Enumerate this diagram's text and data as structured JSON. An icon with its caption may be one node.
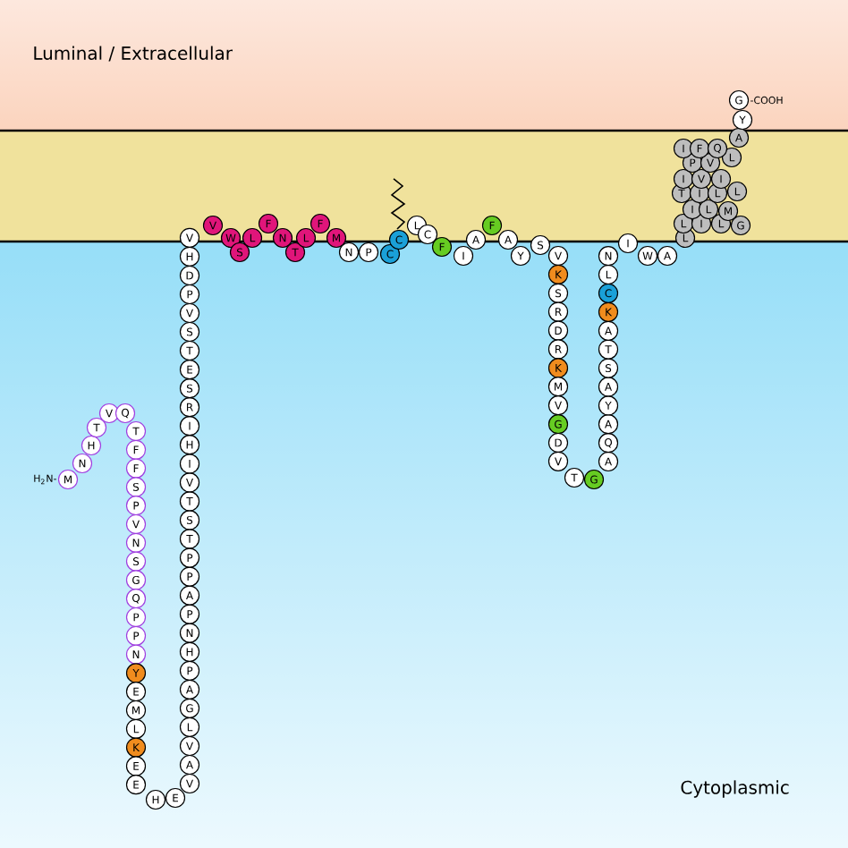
{
  "diagram": {
    "nodes": [
      {
        "text": [
          "M"
        ],
        "beside": [
          "H$_{2}$N-"
        ]
      },
      {
        "text": [
          "N"
        ]
      },
      {
        "text": [
          "H"
        ]
      },
      {
        "text": [
          "T"
        ]
      },
      {
        "text": [
          "V"
        ]
      },
      {
        "text": [
          "Q"
        ]
      },
      {
        "text": [
          "T"
        ]
      },
      {
        "text": [
          "F"
        ]
      },
      {
        "text": [
          "F"
        ]
      },
      {
        "text": [
          "S"
        ]
      },
      {
        "text": [
          "P"
        ]
      },
      {
        "text": [
          "V"
        ]
      },
      {
        "text": [
          "N"
        ]
      },
      {
        "text": [
          "S"
        ]
      },
      {
        "text": [
          "G"
        ]
      },
      {
        "text": [
          "Q"
        ]
      },
      {
        "text": [
          "P"
        ]
      },
      {
        "text": [
          "P"
        ]
      },
      {
        "text": [
          "N"
        ]
      },
      {
        "text": [
          "Y"
        ]
      },
      {
        "text": [
          "E"
        ]
      },
      {
        "text": [
          "M"
        ]
      },
      {
        "text": [
          "L"
        ]
      },
      {
        "text": [
          "K"
        ]
      },
      {
        "text": [
          "E"
        ]
      },
      {
        "text": [
          "E"
        ]
      },
      {
        "text": [
          "H"
        ]
      },
      {
        "text": [
          "E"
        ]
      },
      {
        "text": [
          "V"
        ]
      },
      {
        "text": [
          "A"
        ]
      },
      {
        "text": [
          "V"
        ]
      },
      {
        "text": [
          "L"
        ]
      },
      {
        "text": [
          "G"
        ]
      },
      {
        "text": [
          "A"
        ]
      },
      {
        "text": [
          "P"
        ]
      },
      {
        "text": [
          "H"
        ]
      },
      {
        "text": [
          "N"
        ]
      },
      {
        "text": [
          "P"
        ]
      },
      {
        "text": [
          "A"
        ]
      },
      {
        "text": [
          "P"
        ]
      },
      {
        "text": [
          "P"
        ]
      },
      {
        "text": [
          "T"
        ]
      },
      {
        "text": [
          "S"
        ]
      },
      {
        "text": [
          "T"
        ]
      },
      {
        "text": [
          "V"
        ]
      },
      {
        "text": [
          "I"
        ]
      },
      {
        "text": [
          "H"
        ]
      },
      {
        "text": [
          "I"
        ]
      },
      {
        "text": [
          "R"
        ]
      },
      {
        "text": [
          "S"
        ]
      },
      {
        "text": [
          "E"
        ]
      },
      {
        "text": [
          "T"
        ]
      },
      {
        "text": [
          "S"
        ]
      },
      {
        "text": [
          "V"
        ]
      },
      {
        "text": [
          "P"
        ]
      },
      {
        "text": [
          "D"
        ]
      },
      {
        "text": [
          "H"
        ]
      },
      {
        "text": [
          "V"
        ]
      },
      {
        "text": [
          "V"
        ]
      },
      {
        "text": [
          "W"
        ]
      },
      {
        "text": [
          "S"
        ]
      },
      {
        "text": [
          "L"
        ]
      },
      {
        "text": [
          "F"
        ]
      },
      {
        "text": [
          "N"
        ]
      },
      {
        "text": [
          "T"
        ]
      },
      {
        "text": [
          "L"
        ]
      },
      {
        "text": [
          "F"
        ]
      },
      {
        "text": [
          "M"
        ]
      },
      {
        "text": [
          "N"
        ]
      },
      {
        "text": [
          "P"
        ]
      },
      {
        "text": [
          "C"
        ]
      },
      {
        "text": [
          "C"
        ]
      },
      {
        "text": [
          "L"
        ]
      },
      {
        "text": [
          "C"
        ]
      },
      {
        "text": [
          "F"
        ]
      },
      {
        "text": [
          "I"
        ]
      },
      {
        "text": [
          "A"
        ]
      },
      {
        "text": [
          "F"
        ]
      },
      {
        "text": [
          "A"
        ]
      },
      {
        "text": [
          "Y"
        ]
      },
      {
        "text": [
          "S"
        ]
      },
      {
        "text": [
          "V"
        ]
      },
      {
        "text": [
          "K"
        ]
      },
      {
        "text": [
          "S"
        ]
      },
      {
        "text": [
          "R"
        ]
      },
      {
        "text": [
          "D"
        ]
      },
      {
        "text": [
          "R"
        ]
      },
      {
        "text": [
          "K"
        ]
      },
      {
        "text": [
          "M"
        ]
      },
      {
        "text": [
          "V"
        ]
      },
      {
        "text": [
          "G"
        ]
      },
      {
        "text": [
          "D"
        ]
      },
      {
        "text": [
          "V"
        ]
      },
      {
        "text": [
          "T"
        ]
      },
      {
        "text": [
          "G"
        ]
      },
      {
        "text": [
          "A"
        ]
      },
      {
        "text": [
          "Q"
        ]
      },
      {
        "text": [
          "A"
        ]
      },
      {
        "text": [
          "Y"
        ]
      },
      {
        "text": [
          "A"
        ]
      },
      {
        "text": [
          "S"
        ]
      },
      {
        "text": [
          "T"
        ]
      },
      {
        "text": [
          "A"
        ]
      },
      {
        "text": [
          "K"
        ]
      },
      {
        "text": [
          "C"
        ]
      },
      {
        "text": [
          "L"
        ]
      },
      {
        "text": [
          "N"
        ]
      },
      {
        "text": [
          "I"
        ]
      },
      {
        "text": [
          "W"
        ]
      },
      {
        "text": [
          "A"
        ]
      },
      {
        "text": [
          "L"
        ]
      },
      {
        "text": [
          "L"
        ]
      },
      {
        "text": [
          "I"
        ]
      },
      {
        "text": [
          "L"
        ]
      },
      {
        "text": [
          "G"
        ]
      },
      {
        "text": [
          "I"
        ]
      },
      {
        "text": [
          "L"
        ]
      },
      {
        "text": [
          "M"
        ]
      },
      {
        "text": [
          "T"
        ]
      },
      {
        "text": [
          "I"
        ]
      },
      {
        "text": [
          "L"
        ]
      },
      {
        "text": [
          "L"
        ]
      },
      {
        "text": [
          "I"
        ]
      },
      {
        "text": [
          "V"
        ]
      },
      {
        "text": [
          "I"
        ]
      },
      {
        "text": [
          "P"
        ]
      },
      {
        "text": [
          "V"
        ]
      },
      {
        "text": [
          "L"
        ]
      },
      {
        "text": [
          "I"
        ]
      },
      {
        "text": [
          "F"
        ]
      },
      {
        "text": [
          "Q"
        ]
      },
      {
        "text": [
          "A"
        ]
      },
      {
        "text": [
          "Y"
        ]
      },
      {
        "text": [
          "G"
        ],
        "beside": [
          "-COOH"
        ]
      }
    ],
    "labels": [
      "Luminal / Extracellular",
      "Cytoplasmic"
    ]
  }
}
